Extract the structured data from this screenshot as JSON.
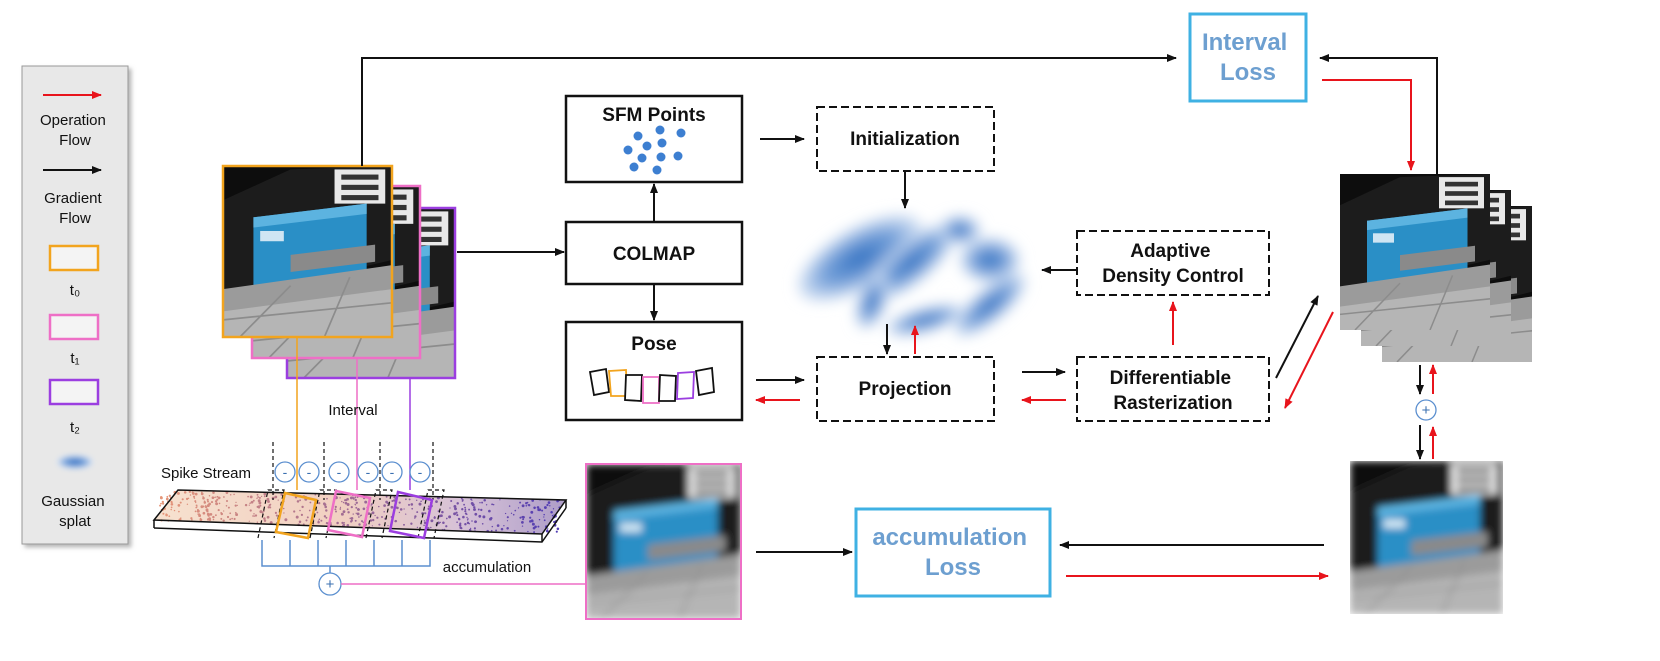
{
  "legend": {
    "operation_flow": "Operation\nFlow",
    "gradient_flow": "Gradient\nFlow",
    "t0": "t₀",
    "t1": "t₁",
    "t2": "t₂",
    "gaussian_splat": "Gaussian\nsplat"
  },
  "boxes": {
    "sfm_points": "SFM Points",
    "colmap": "COLMAP",
    "pose": "Pose",
    "initialization": "Initialization",
    "adaptive_density": "Adaptive\nDensity Control",
    "projection": "Projection",
    "diff_raster": "Differentiable\nRasterization",
    "interval_loss": "Interval\nLoss",
    "accumulation_loss": "accumulation\nLoss"
  },
  "labels": {
    "interval": "Interval",
    "spike_stream": "Spike Stream",
    "accumulation": "accumulation",
    "plus": "+",
    "minus": "-"
  },
  "colors": {
    "operation": "#e8141c",
    "gradient": "#111111",
    "t0": "#f2a41e",
    "t1": "#ee6fc6",
    "t2": "#9b3ee0",
    "loss_border": "#3fb1e3",
    "loss_text": "#6d9fd0",
    "splat": "#5b8fcf"
  }
}
